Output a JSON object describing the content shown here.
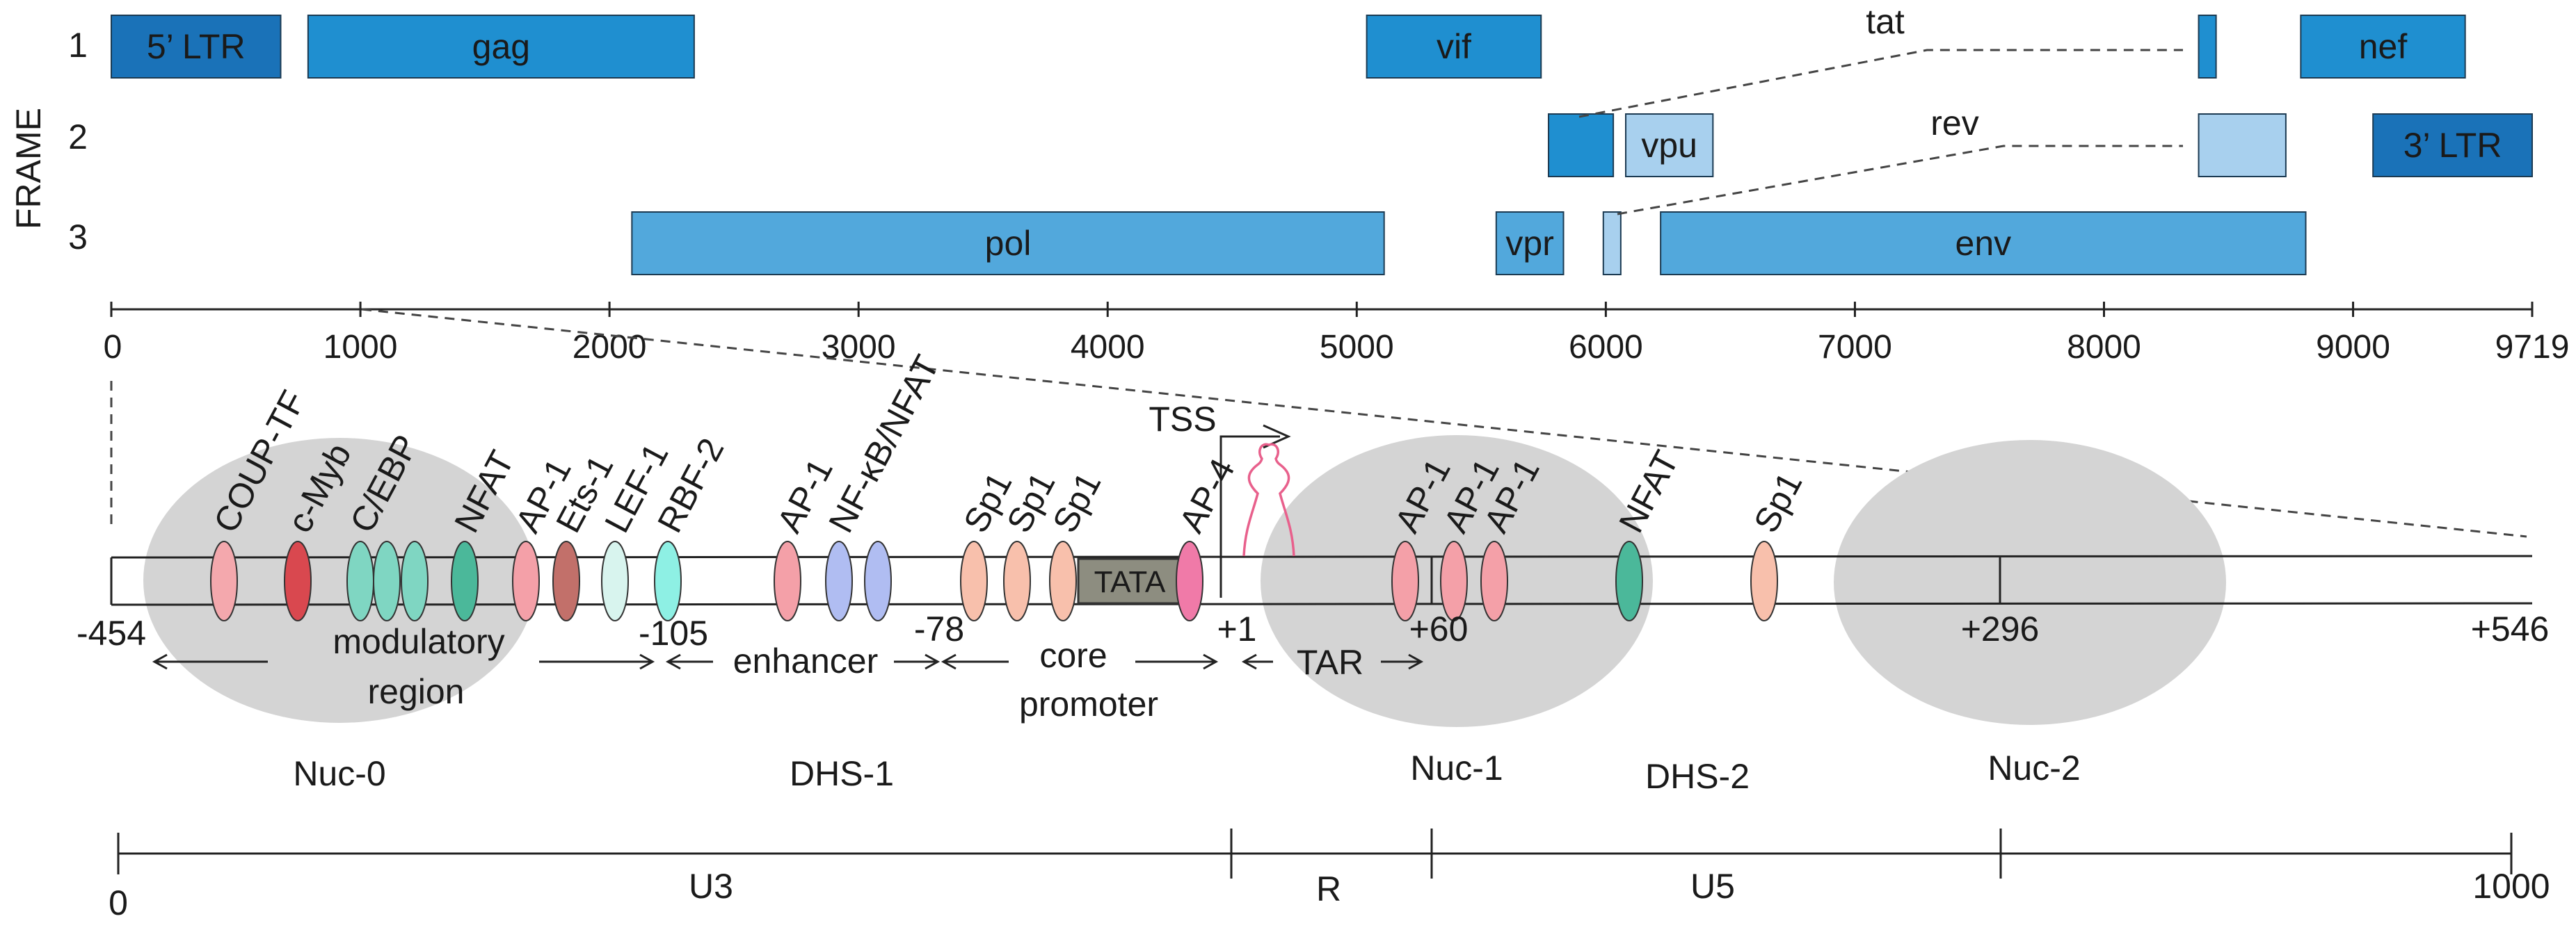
{
  "genome": {
    "axis_title": "FRAME",
    "frames": [
      "1",
      "2",
      "3"
    ],
    "ticks": [
      "0",
      "1000",
      "2000",
      "3000",
      "4000",
      "5000",
      "6000",
      "7000",
      "8000",
      "9000",
      "9719"
    ],
    "genes": [
      {
        "name": "5’ LTR",
        "frame": 1,
        "start": 0,
        "end": 680,
        "color": "#1a72b8"
      },
      {
        "name": "gag",
        "frame": 1,
        "start": 790,
        "end": 2340,
        "color": "#1f8fd0"
      },
      {
        "name": "vif",
        "frame": 1,
        "start": 5040,
        "end": 5740,
        "color": "#1f8fd0"
      },
      {
        "name": "",
        "frame": 1,
        "start": 8380,
        "end": 8450,
        "color": "#1f8fd0"
      },
      {
        "name": "nef",
        "frame": 1,
        "start": 8790,
        "end": 9450,
        "color": "#1f8fd0"
      },
      {
        "name": "",
        "frame": 2,
        "start": 5770,
        "end": 6030,
        "color": "#1f8fd0"
      },
      {
        "name": "vpu",
        "frame": 2,
        "start": 6080,
        "end": 6430,
        "color": "#a8d0ee"
      },
      {
        "name": "",
        "frame": 2,
        "start": 8380,
        "end": 8730,
        "color": "#a8d0ee"
      },
      {
        "name": "3’ LTR",
        "frame": 2,
        "start": 9080,
        "end": 9719,
        "color": "#1a72b8"
      },
      {
        "name": "pol",
        "frame": 3,
        "start": 2090,
        "end": 5110,
        "color": "#52a8dc"
      },
      {
        "name": "vpr",
        "frame": 3,
        "start": 5560,
        "end": 5830,
        "color": "#52a8dc"
      },
      {
        "name": "",
        "frame": 3,
        "start": 5990,
        "end": 6060,
        "color": "#a8d0ee"
      },
      {
        "name": "env",
        "frame": 3,
        "start": 6220,
        "end": 8810,
        "color": "#52a8dc"
      }
    ],
    "splice_labels": {
      "tat": "tat",
      "rev": "rev"
    }
  },
  "promoter": {
    "positions": {
      "p1": "-454",
      "p2": "-105",
      "p3": "-78",
      "p4": "+1",
      "p5": "+60",
      "p6": "+296",
      "p7": "+546"
    },
    "tss": "TSS",
    "tata": "TATA",
    "sites": [
      {
        "label": "COUP-TF",
        "color": "#f4a8ad"
      },
      {
        "label": "c-Myb",
        "color": "#d9484f"
      },
      {
        "label": "C/EBP",
        "color": "#7fd6c2"
      },
      {
        "label": "",
        "color": "#7fd6c2"
      },
      {
        "label": "",
        "color": "#7fd6c2"
      },
      {
        "label": "NFAT",
        "color": "#4bb89a"
      },
      {
        "label": "AP-1",
        "color": "#f4a0a8"
      },
      {
        "label": "Ets-1",
        "color": "#c2706a"
      },
      {
        "label": "LEF-1",
        "color": "#d8f4ee"
      },
      {
        "label": "RBF-2",
        "color": "#8ef0e4"
      },
      {
        "label": "AP-1",
        "color": "#f4a0a8"
      },
      {
        "label": "NF-κB/NFAT",
        "color": "#b0bdf2"
      },
      {
        "label": "",
        "color": "#b0bdf2"
      },
      {
        "label": "Sp1",
        "color": "#f8c0ac"
      },
      {
        "label": "Sp1",
        "color": "#f8c0ac"
      },
      {
        "label": "Sp1",
        "color": "#f8c0ac"
      },
      {
        "label": "AP-4",
        "color": "#f07aa8"
      },
      {
        "label": "AP-1",
        "color": "#f4a0a8"
      },
      {
        "label": "AP-1",
        "color": "#f4a0a8"
      },
      {
        "label": "AP-1",
        "color": "#f4a0a8"
      },
      {
        "label": "NFAT",
        "color": "#4bb89a"
      },
      {
        "label": "Sp1",
        "color": "#f8c0ac"
      }
    ],
    "regions": {
      "modulatory": "modulatory",
      "region": "region",
      "enhancer": "enhancer",
      "core": "core",
      "promoter": "promoter",
      "tar": "TAR"
    },
    "nucleosomes": {
      "nuc0": "Nuc-0",
      "dhs1": "DHS-1",
      "nuc1": "Nuc-1",
      "dhs2": "DHS-2",
      "nuc2": "Nuc-2"
    }
  },
  "ltr_scale": {
    "start": "0",
    "end": "1000",
    "segments": [
      "U3",
      "R",
      "U5"
    ]
  }
}
